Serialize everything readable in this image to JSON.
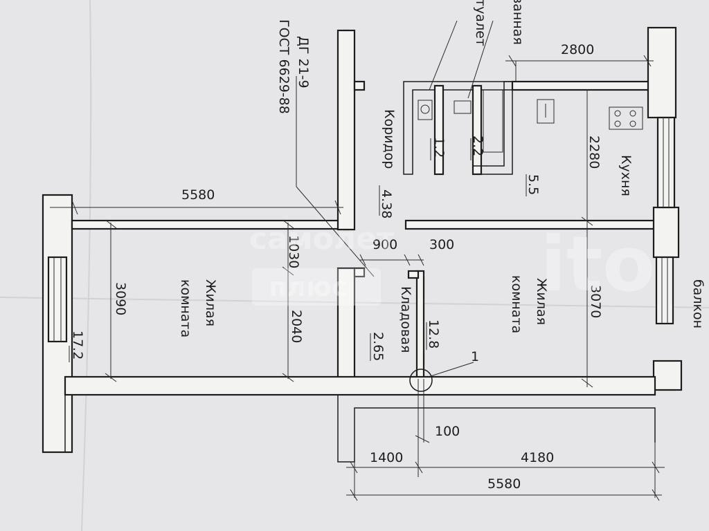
{
  "gost": {
    "line1": "ДГ 21-9",
    "line2": "ГОСТ 6629-88"
  },
  "rooms": {
    "toilet": {
      "name": "туалет",
      "area": "1.2"
    },
    "bathroom": {
      "name": "ванная",
      "area": "2.2"
    },
    "corridor": {
      "name": "Коридор",
      "area": "4.38"
    },
    "hall": {
      "area": "5.5"
    },
    "kitchen": {
      "name": "Кухня"
    },
    "living_left": {
      "name_line1": "Жилая",
      "name_line2": "комната",
      "area": "17.2"
    },
    "living_right": {
      "name_line1": "Жилая",
      "name_line2": "комната",
      "area": "12.8"
    },
    "storage": {
      "name": "Кладовая",
      "area": "2.65"
    },
    "balcony": {
      "name": "балкон"
    }
  },
  "dimensions": {
    "top_left_width": "5580",
    "top_right_width": "2800",
    "kitchen_length": "2280",
    "left_room_length": "3090",
    "right_room_length": "3070",
    "door_gap": "1030",
    "storage_length": "2040",
    "storage_door": "900",
    "storage_right": "300",
    "wall_thickness": "100",
    "bottom_left": "1400",
    "bottom_right": "4180",
    "bottom_total": "5580"
  },
  "detail_marker": "1",
  "watermark": {
    "line1": "самолет",
    "line2": "плюс",
    "side": "ito"
  }
}
